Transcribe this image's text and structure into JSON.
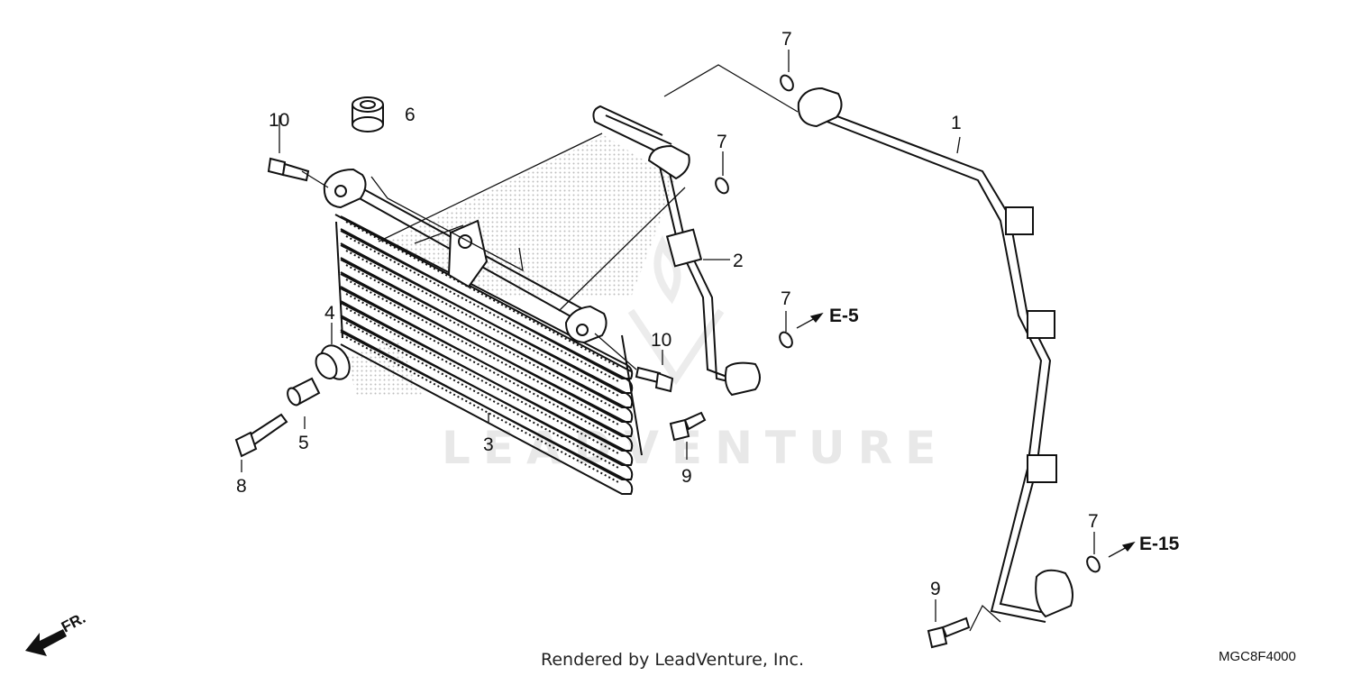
{
  "diagram": {
    "part_labels": [
      "1",
      "2",
      "3",
      "4",
      "5",
      "6",
      "7",
      "8",
      "9",
      "10"
    ],
    "refs": {
      "e5": "E-5",
      "e15": "E-15"
    },
    "watermark": "LEADVENTURE",
    "direction": "FR.",
    "footer": "Rendered by LeadVenture, Inc.",
    "code": "MGC8F4000",
    "colors": {
      "ink": "#111111",
      "dots": "#bdbdbd",
      "watermark": "#e8e8e8"
    }
  }
}
